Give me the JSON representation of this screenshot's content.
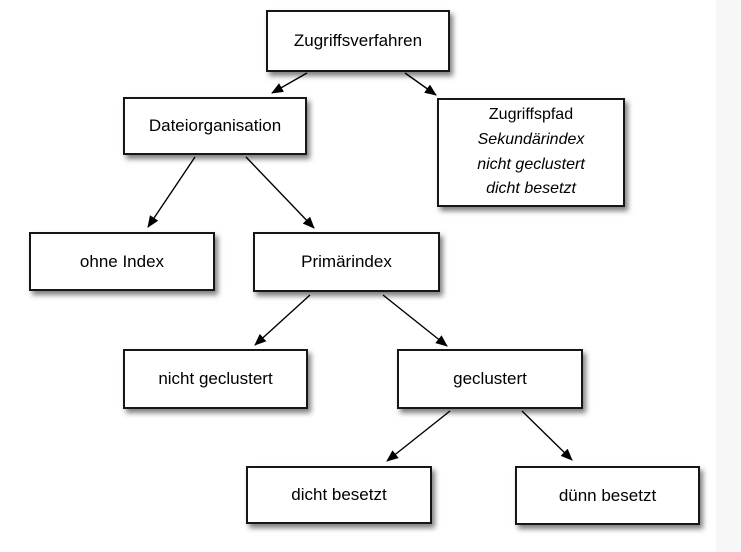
{
  "nodes": {
    "zugriffsverfahren": {
      "label": "Zugriffsverfahren"
    },
    "dateiorganisation": {
      "label": "Dateiorganisation"
    },
    "zugriffspfad": {
      "lines": [
        "Zugriffspfad",
        "Sekundärindex",
        "nicht geclustert",
        "dicht besetzt"
      ]
    },
    "ohne_index": {
      "label": "ohne Index"
    },
    "primaerindex": {
      "label": "Primärindex"
    },
    "nicht_geclustert": {
      "label": "nicht geclustert"
    },
    "geclustert": {
      "label": "geclustert"
    },
    "dicht_besetzt": {
      "label": "dicht besetzt"
    },
    "duenn_besetzt": {
      "label": "dünn besetzt"
    }
  },
  "edges": [
    {
      "from": "zugriffsverfahren",
      "to": "dateiorganisation"
    },
    {
      "from": "zugriffsverfahren",
      "to": "zugriffspfad"
    },
    {
      "from": "dateiorganisation",
      "to": "ohne_index"
    },
    {
      "from": "dateiorganisation",
      "to": "primaerindex"
    },
    {
      "from": "primaerindex",
      "to": "nicht_geclustert"
    },
    {
      "from": "primaerindex",
      "to": "geclustert"
    },
    {
      "from": "geclustert",
      "to": "dicht_besetzt"
    },
    {
      "from": "geclustert",
      "to": "duenn_besetzt"
    }
  ],
  "colors": {
    "background": "#ffffff",
    "right_margin": "#f7f7f8",
    "box_fill": "#ffffff",
    "box_border": "#161616",
    "text": "#000000",
    "arrow": "#000000"
  }
}
